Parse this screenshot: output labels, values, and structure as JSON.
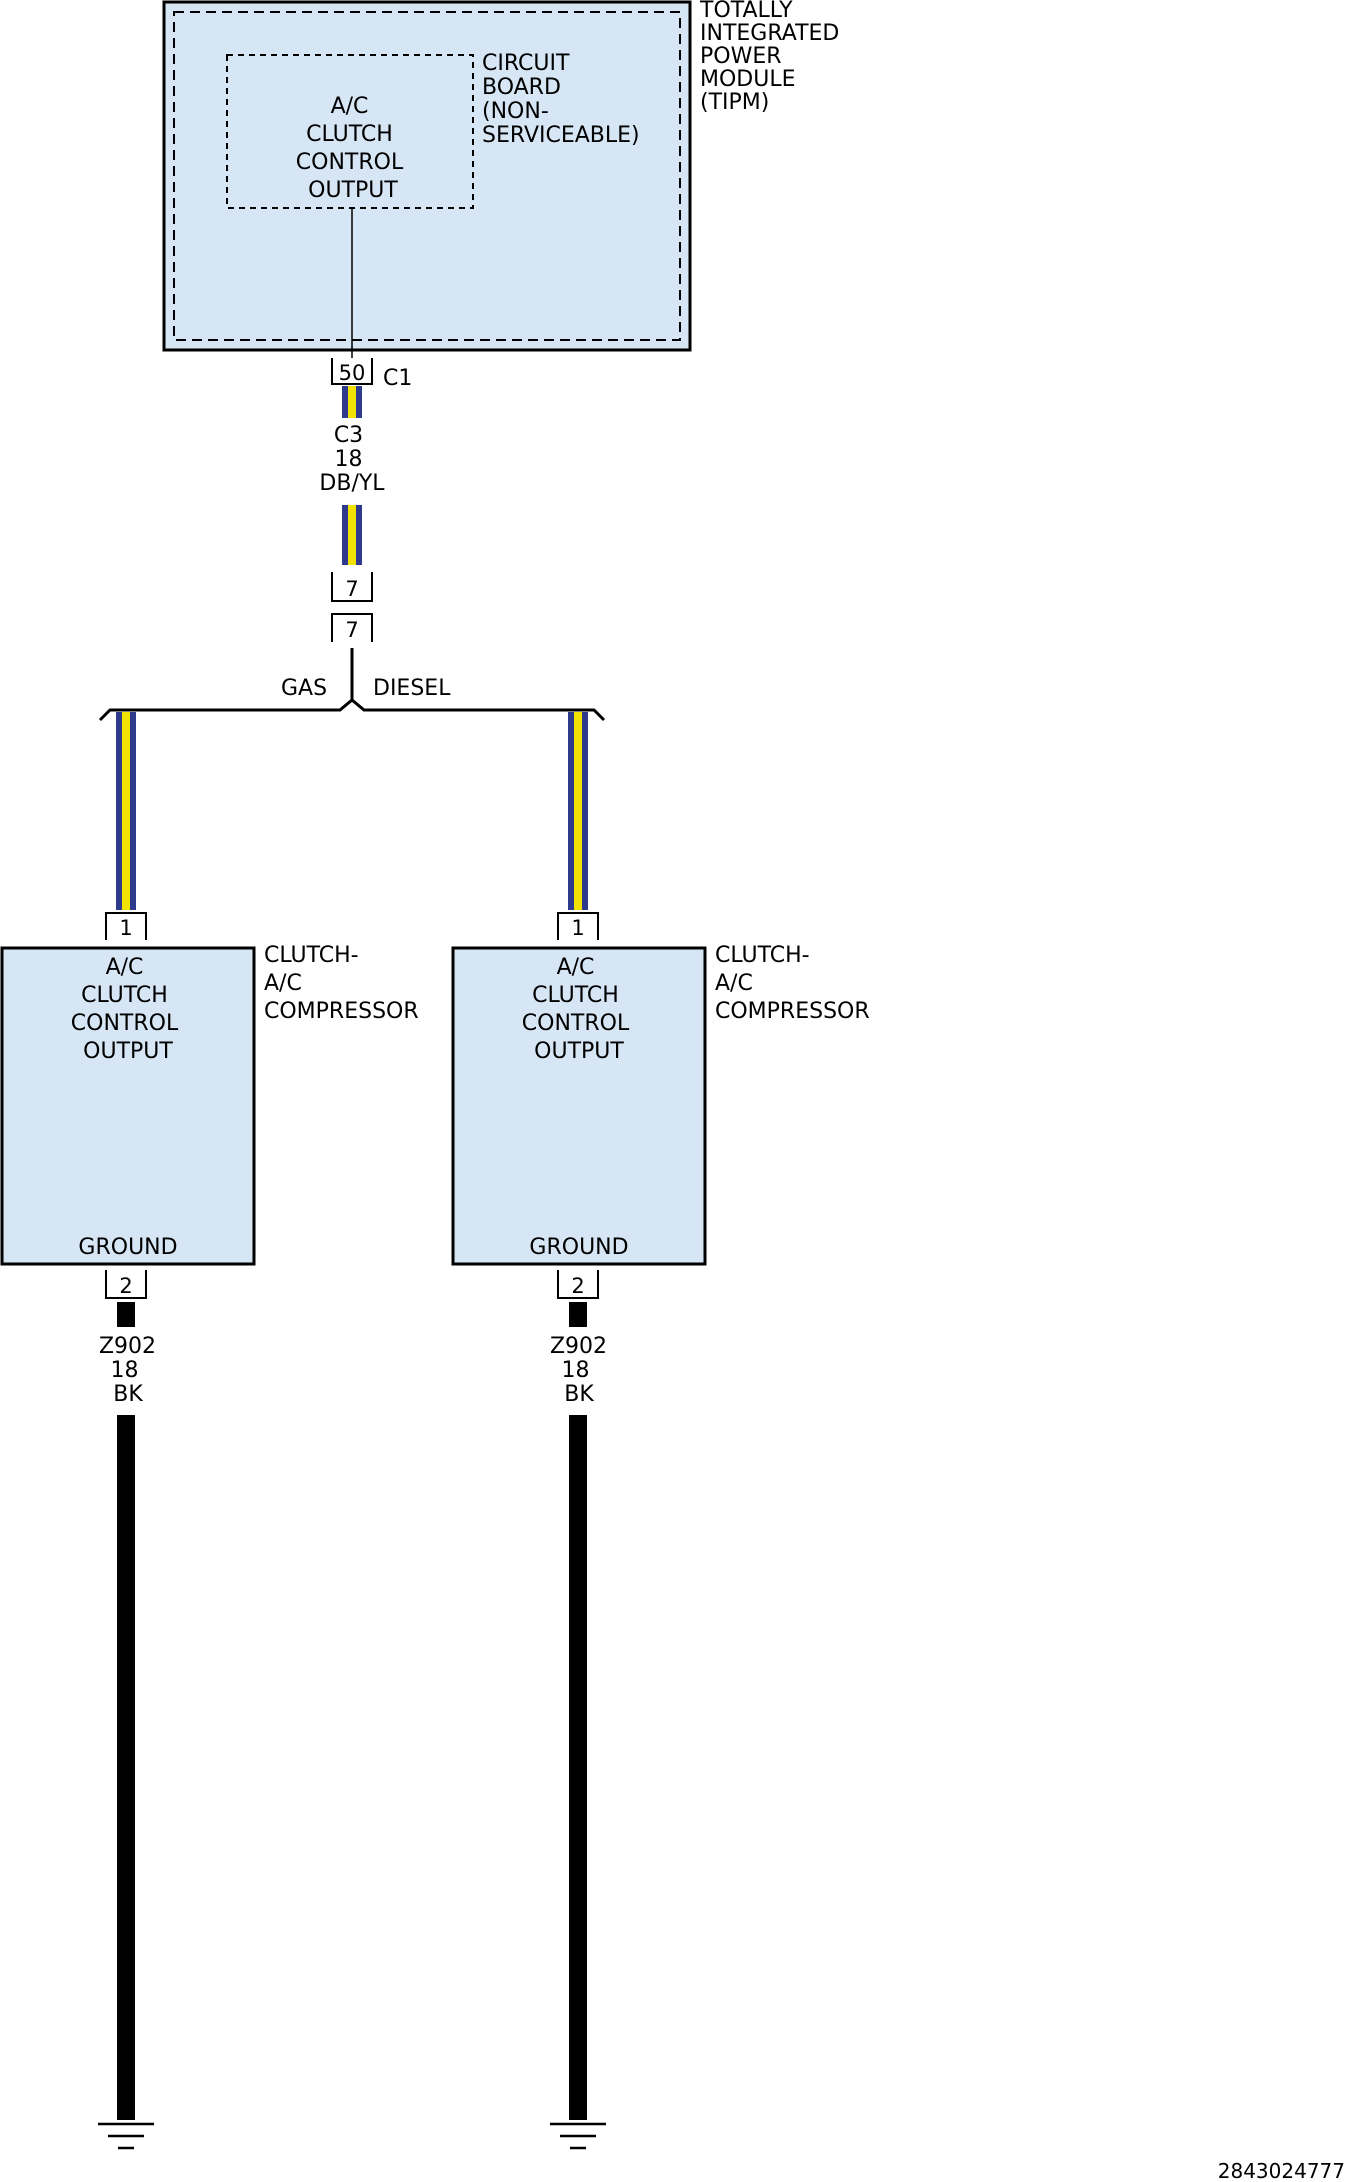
{
  "tipm": {
    "label_lines": [
      "TOTALLY",
      "INTEGRATED",
      "POWER",
      "MODULE",
      "(TIPM)"
    ],
    "circuit_board_lines": [
      "CIRCUIT",
      "BOARD",
      "(NON-",
      "SERVICEABLE)"
    ],
    "output_lines": [
      "A/C",
      "CLUTCH",
      "CONTROL",
      "OUTPUT"
    ],
    "pin": "50",
    "connector": "C1"
  },
  "feed_wire": {
    "lines": [
      "C3",
      "18",
      "DB/YL"
    ],
    "colors": {
      "base": "#2e3a8c",
      "stripe": "#f2e200"
    }
  },
  "inline_connector": {
    "pin_top": "7",
    "pin_bottom": "7"
  },
  "split": {
    "left_label": "GAS",
    "right_label": "DIESEL"
  },
  "compressors": [
    {
      "input_pin": "1",
      "component_lines": [
        "CLUTCH-",
        "A/C",
        "COMPRESSOR"
      ],
      "function_lines": [
        "A/C",
        "CLUTCH",
        "CONTROL",
        "OUTPUT"
      ],
      "ground_label": "GROUND",
      "ground_pin": "2",
      "ground_wire_lines": [
        "Z902",
        "18",
        "BK"
      ]
    },
    {
      "input_pin": "1",
      "component_lines": [
        "CLUTCH-",
        "A/C",
        "COMPRESSOR"
      ],
      "function_lines": [
        "A/C",
        "CLUTCH",
        "CONTROL",
        "OUTPUT"
      ],
      "ground_label": "GROUND",
      "ground_pin": "2",
      "ground_wire_lines": [
        "Z902",
        "18",
        "BK"
      ]
    }
  ],
  "colors": {
    "module_fill": "#d6e6f5",
    "ground_wire": "#000000"
  },
  "figure_id": "2843024777"
}
